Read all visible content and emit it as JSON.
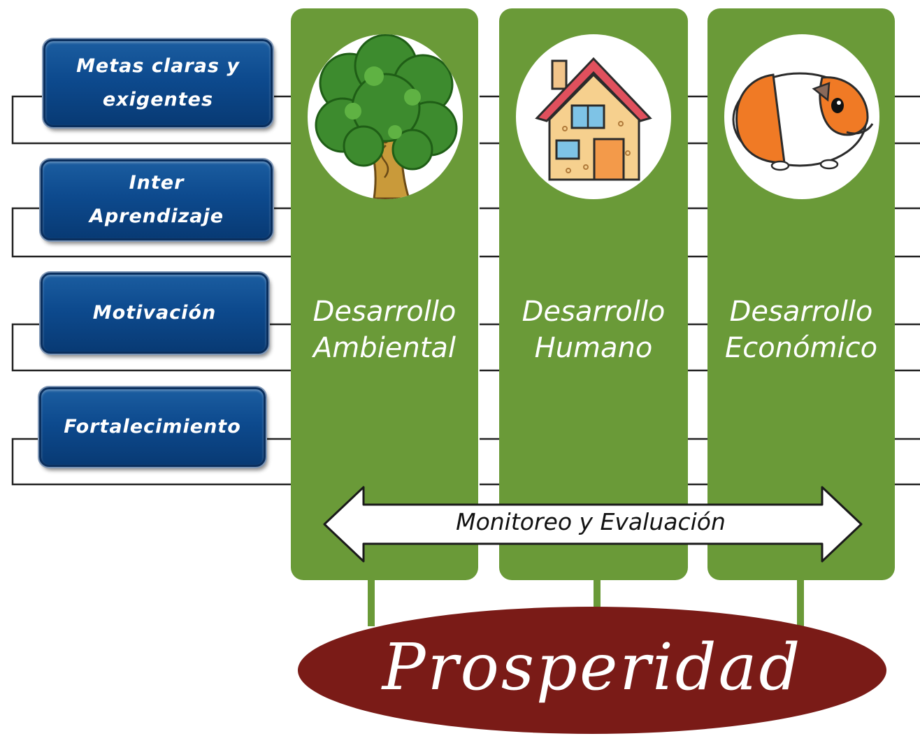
{
  "factors": [
    {
      "label": "Metas claras y\nexigentes"
    },
    {
      "label": "Inter\nAprendizaje"
    },
    {
      "label": "Motivación"
    },
    {
      "label": "Fortalecimiento"
    }
  ],
  "pillars": [
    {
      "title": "Desarrollo\nAmbiental",
      "icon": "tree-icon"
    },
    {
      "title": "Desarrollo\nHumano",
      "icon": "house-icon"
    },
    {
      "title": "Desarrollo\nEconómico",
      "icon": "guinea-pig-icon"
    }
  ],
  "arrow_label": "Monitoreo y Evaluación",
  "base_label": "Prosperidad",
  "colors": {
    "pillar_green": "#6a9a38",
    "factor_blue": "#0d4a8e",
    "base_red": "#7a1b17"
  }
}
